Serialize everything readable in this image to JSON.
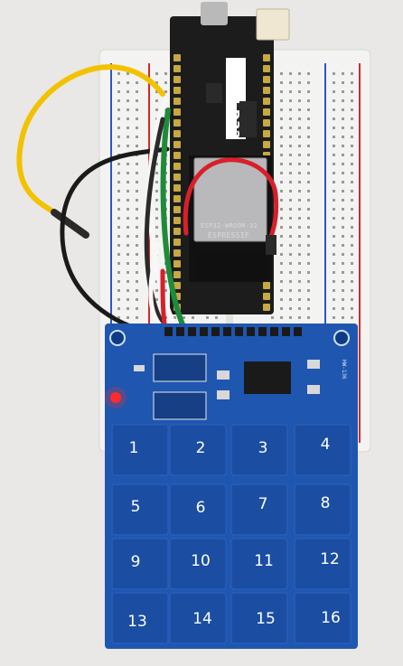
{
  "photo": {
    "subject": "",
    "colors": {
      "background": "#e9e8e6",
      "breadboard": "#f3f3f1",
      "pcb_blue": "#1f56b0",
      "board_black": "#1c1c1c",
      "wire_yellow": "#f2c200",
      "wire_black": "#1a1a1a",
      "wire_red": "#d8202b",
      "wire_green": "#1f8a3a",
      "wire_white": "#f7f7f7",
      "led_red": "#ff2b2b"
    }
  },
  "board": {
    "logo_text": "LOLIN D32",
    "module_line1": "ESP32-WROOM-32",
    "module_line2": "ESPRESSIF"
  },
  "keypad": {
    "model": "HW-136",
    "keys": [
      "1",
      "2",
      "3",
      "4",
      "5",
      "6",
      "7",
      "8",
      "9",
      "10",
      "11",
      "12",
      "13",
      "14",
      "15",
      "16"
    ]
  }
}
